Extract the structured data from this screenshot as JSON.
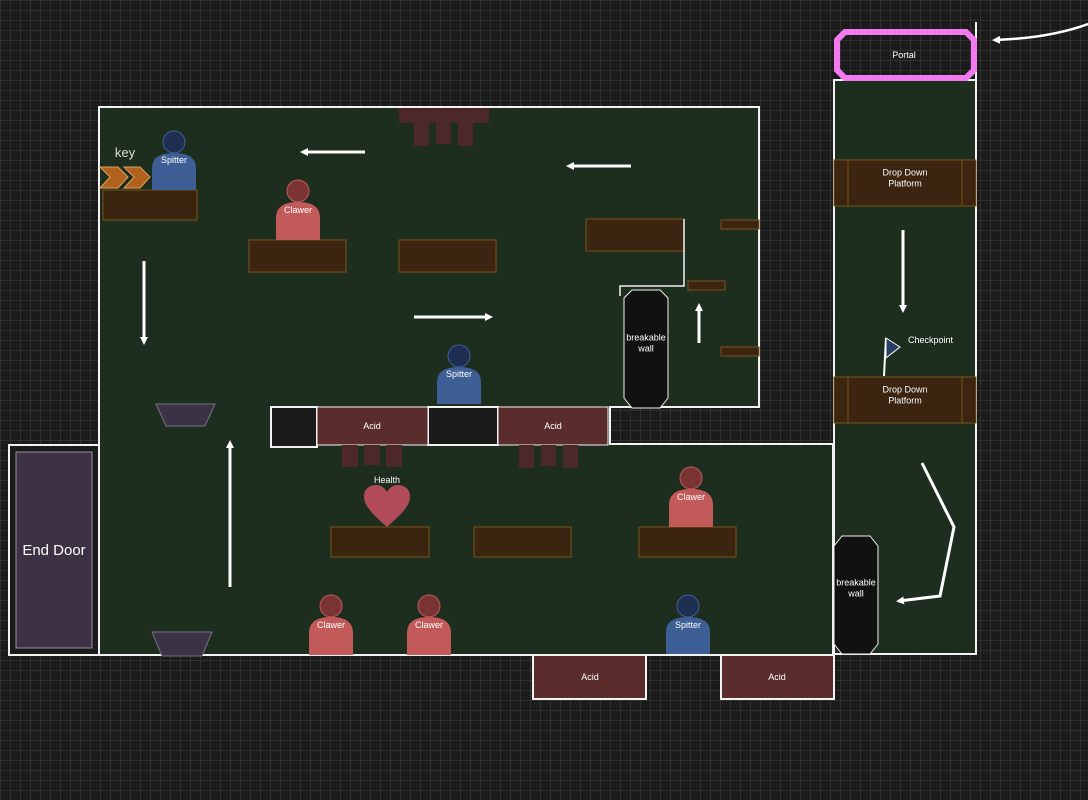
{
  "labels": {
    "portal": "Portal",
    "drop_down_platform_1": "Drop Down\nPlatform",
    "drop_down_platform_2": "Drop Down\nPlatform",
    "checkpoint": "Checkpoint",
    "breakable_wall_1": "breakable\nwall",
    "breakable_wall_2": "breakable\nwall",
    "key": "key",
    "end_door": "End Door",
    "health": "Health",
    "acid": "Acid",
    "spitter": "Spitter",
    "clawer": "Clawer"
  },
  "colors": {
    "room_fill": "#1e2e1e",
    "wall": "#f2f2f2",
    "platform_fill": "#3b2410",
    "platform_stroke": "#7a5418",
    "acid_fill": "#5a2c2c",
    "spike_fill": "#4c2828",
    "spitter": "#3e5f95",
    "clawer": "#c25a5a",
    "portal": "#f279f0",
    "end_door_fill": "#3d3144",
    "breakable_wall_fill": "#111111",
    "health_heart": "#b14b5a",
    "key_fill": "#b0611d",
    "trap_fill": "#3a3346",
    "checkpoint_flag": "#2a3f66"
  },
  "icons": [
    "arrow-icon",
    "key-icon",
    "heart-icon",
    "flag-icon",
    "enemy-icon",
    "trapezoid-icon"
  ]
}
